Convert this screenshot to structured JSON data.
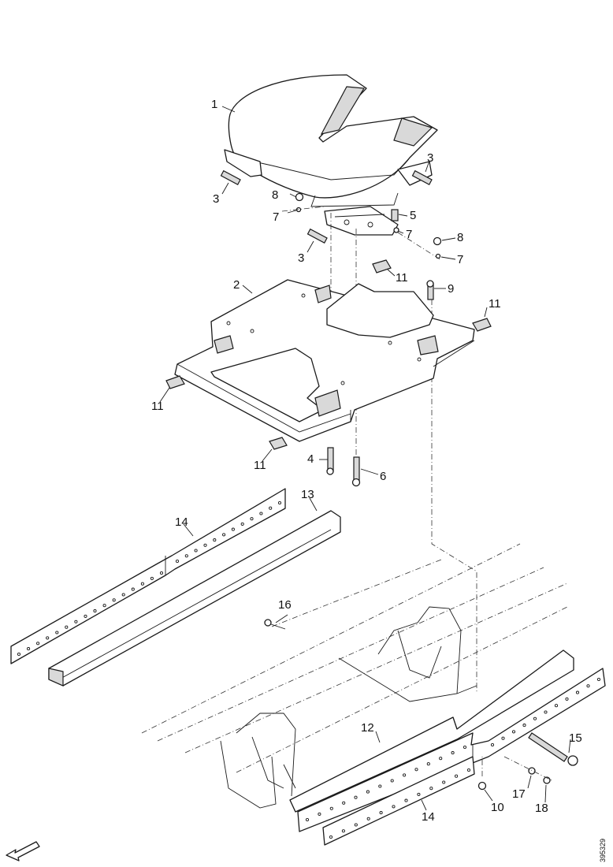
{
  "diagram": {
    "callouts": [
      {
        "id": "c1",
        "text": "1"
      },
      {
        "id": "c2",
        "text": "2"
      },
      {
        "id": "c3a",
        "text": "3"
      },
      {
        "id": "c3b",
        "text": "3"
      },
      {
        "id": "c3c",
        "text": "3"
      },
      {
        "id": "c4",
        "text": "4"
      },
      {
        "id": "c5",
        "text": "5"
      },
      {
        "id": "c6",
        "text": "6"
      },
      {
        "id": "c7a",
        "text": "7"
      },
      {
        "id": "c7b",
        "text": "7"
      },
      {
        "id": "c7c",
        "text": "7"
      },
      {
        "id": "c8a",
        "text": "8"
      },
      {
        "id": "c8b",
        "text": "8"
      },
      {
        "id": "c9",
        "text": "9"
      },
      {
        "id": "c10",
        "text": "10"
      },
      {
        "id": "c11a",
        "text": "11"
      },
      {
        "id": "c11b",
        "text": "11"
      },
      {
        "id": "c11c",
        "text": "11"
      },
      {
        "id": "c11d",
        "text": "11"
      },
      {
        "id": "c12",
        "text": "12"
      },
      {
        "id": "c13",
        "text": "13"
      },
      {
        "id": "c14a",
        "text": "14"
      },
      {
        "id": "c14b",
        "text": "14"
      },
      {
        "id": "c15",
        "text": "15"
      },
      {
        "id": "c16",
        "text": "16"
      },
      {
        "id": "c17",
        "text": "17"
      },
      {
        "id": "c18",
        "text": "18"
      }
    ],
    "document_id": "395329"
  }
}
